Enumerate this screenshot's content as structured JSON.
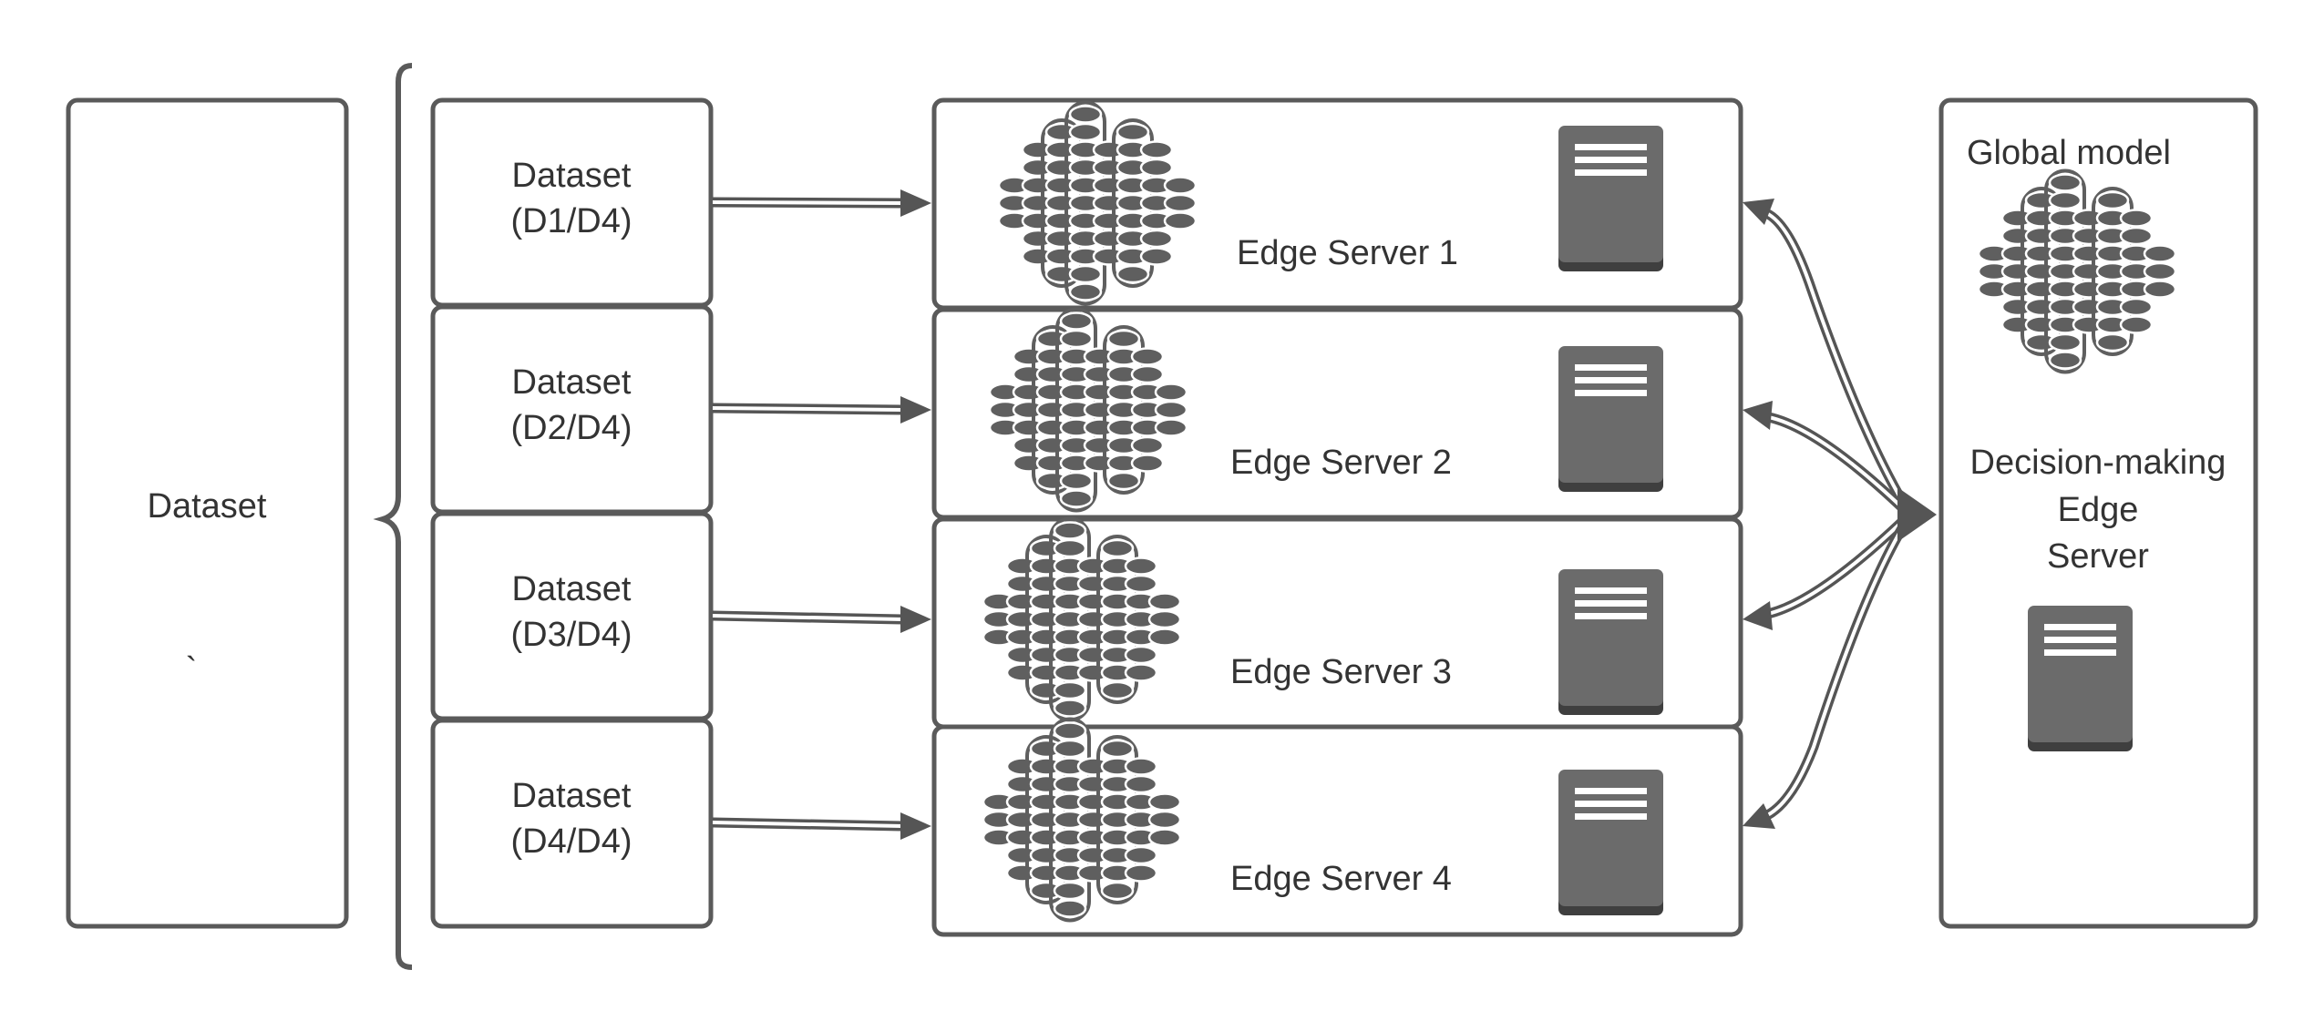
{
  "source_dataset": {
    "label": "Dataset",
    "mark": "`"
  },
  "partitions": [
    {
      "line1": "Dataset",
      "line2": "(D1/D4)"
    },
    {
      "line1": "Dataset",
      "line2": "(D2/D4)"
    },
    {
      "line1": "Dataset",
      "line2": "(D3/D4)"
    },
    {
      "line1": "Dataset",
      "line2": "(D4/D4)"
    }
  ],
  "edge_servers": [
    {
      "label": "Edge Server 1"
    },
    {
      "label": "Edge Server 2"
    },
    {
      "label": "Edge Server 3"
    },
    {
      "label": "Edge Server 4"
    }
  ],
  "decision_server": {
    "global_model_label": "Global model",
    "line1": "Decision-making",
    "line2": "Edge",
    "line3": "Server"
  },
  "icons": {
    "model": "neural-network-icon",
    "server": "server-icon"
  },
  "colors": {
    "stroke": "#5a5a5a",
    "icon_fill": "#6b6b6b",
    "text": "#333333"
  }
}
